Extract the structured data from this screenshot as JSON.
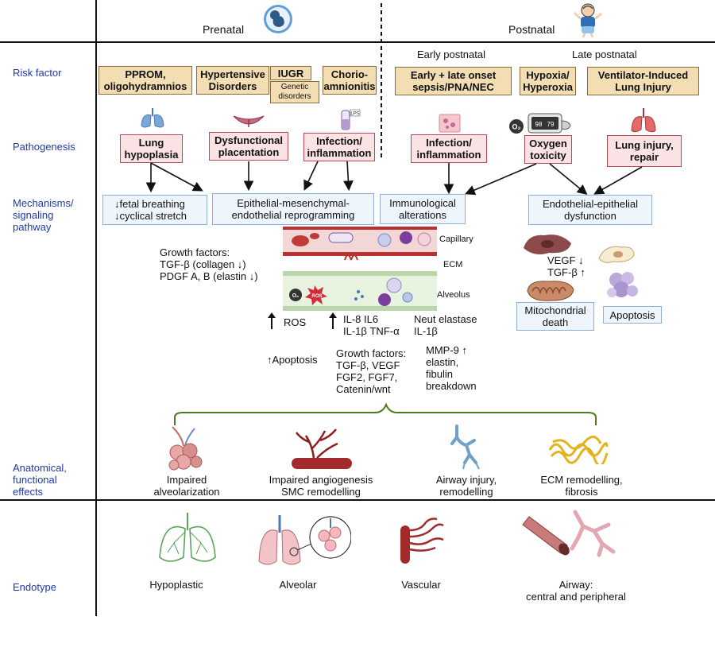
{
  "periods": {
    "prenatal": "Prenatal",
    "postnatal": "Postnatal",
    "early_postnatal": "Early postnatal",
    "late_postnatal": "Late postnatal"
  },
  "row_labels": {
    "risk_factor": "Risk factor",
    "pathogenesis": "Pathogenesis",
    "mechanisms": "Mechanisms/\nsignaling\npathway",
    "anatomical": "Anatomical,\nfunctional\neffects",
    "endotype": "Endotype"
  },
  "risk_factors": {
    "pprom": "PPROM,\noligohydramnios",
    "hypertensive": "Hypertensive\nDisorders",
    "iugr": "IUGR",
    "genetic": "Genetic\ndisorders",
    "chorio": "Chorio-\namnionitis",
    "sepsis": "Early + late onset\nsepsis/PNA/NEC",
    "hypoxia": "Hypoxia/\nHyperoxia",
    "vili": "Ventilator-Induced\nLung Injury"
  },
  "pathogenesis": {
    "lung_hypoplasia": "Lung\nhypoplasia",
    "dysfunctional_placentation": "Dysfunctional\nplacentation",
    "infection_prenatal": "Infection/\ninflammation",
    "infection_postnatal": "Infection/\ninflammation",
    "oxygen_toxicity": "Oxygen\ntoxicity",
    "lung_injury": "Lung injury,\nrepair"
  },
  "mechanisms": {
    "fetal_breathing": "↓fetal breathing\n↓cyclical stretch",
    "emt": "Epithelial-mesenchymal-\nendothelial reprogramming",
    "immunological": "Immunological\nalterations",
    "endothelial": "Endothelial-epithelial\ndysfunction"
  },
  "details": {
    "growth_factors_1": "Growth factors:\nTGF-β (collagen ↓)\nPDGF A, B (elastin ↓)",
    "capillary": "Capillary",
    "ecm": "ECM",
    "alveolus": "Alveolus",
    "ros_badge": "ROS",
    "o2_badge": "O₂",
    "ros": "ROS",
    "interleukins": "IL-8 IL6\nIL-1β TNF-α",
    "neut_elastase": "Neut elastase\nIL-1β",
    "apoptosis_up": "↑Apoptosis",
    "growth_factors_2": "Growth factors:\nTGF-β, VEGF\nFGF2, FGF7,\nCatenin/wnt",
    "mmp9": "MMP-9 ↑\nelastin,\nfibulin\nbreakdown",
    "vegf_tgf": "VEGF ↓\nTGF-β ↑",
    "mitochondrial_death": "Mitochondrial\ndeath",
    "apoptosis": "Apoptosis",
    "oximeter_values": [
      "98",
      "79"
    ],
    "lps_label": "LPS"
  },
  "anatomical_effects": [
    "Impaired\nalveolarization",
    "Impaired angiogenesis\nSMC remodelling",
    "Airway injury,\nremodelling",
    "ECM remodelling,\nfibrosis"
  ],
  "endotypes": [
    "Hypoplastic",
    "Alveolar",
    "Vascular",
    "Airway:\ncentral and peripheral"
  ],
  "colors": {
    "row_label": "#1f3aa6",
    "risk_fill": "#f3ddb3",
    "risk_border": "#8a6a3a",
    "path_fill": "#fbe2e4",
    "path_border": "#b84a57",
    "mech_fill": "#eef5fc",
    "mech_border": "#8fb0d6",
    "brace": "#4d7a1e"
  },
  "icons": [
    "fetus-icon",
    "baby-icon",
    "lungs-icon",
    "placenta-icon",
    "lps-vial-icon",
    "petri-dish-icon",
    "oxygen-icon",
    "pulse-oximeter-icon",
    "injured-lung-icon",
    "alveoli-icon",
    "blood-vessel-icon",
    "airway-icon",
    "fibrosis-icon",
    "cell-icon",
    "mitochondrion-icon"
  ]
}
